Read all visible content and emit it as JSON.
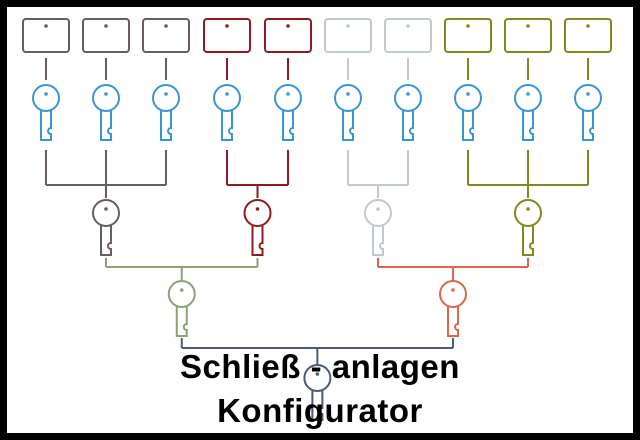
{
  "title": {
    "line1": "Schließ - anlagen",
    "line2": "Konfigurator"
  },
  "colors": {
    "user_key": "#3b95d2",
    "groups": [
      "#6b5b62",
      "#8e1c1c",
      "#c2cac6",
      "#7b8b1f"
    ],
    "level2": [
      "#8ca274",
      "#d9684f"
    ],
    "master": "#4b5b78"
  },
  "groups": [
    {
      "locks": 3,
      "color_index": 0
    },
    {
      "locks": 2,
      "color_index": 1
    },
    {
      "locks": 2,
      "color_index": 2
    },
    {
      "locks": 3,
      "color_index": 3
    }
  ]
}
